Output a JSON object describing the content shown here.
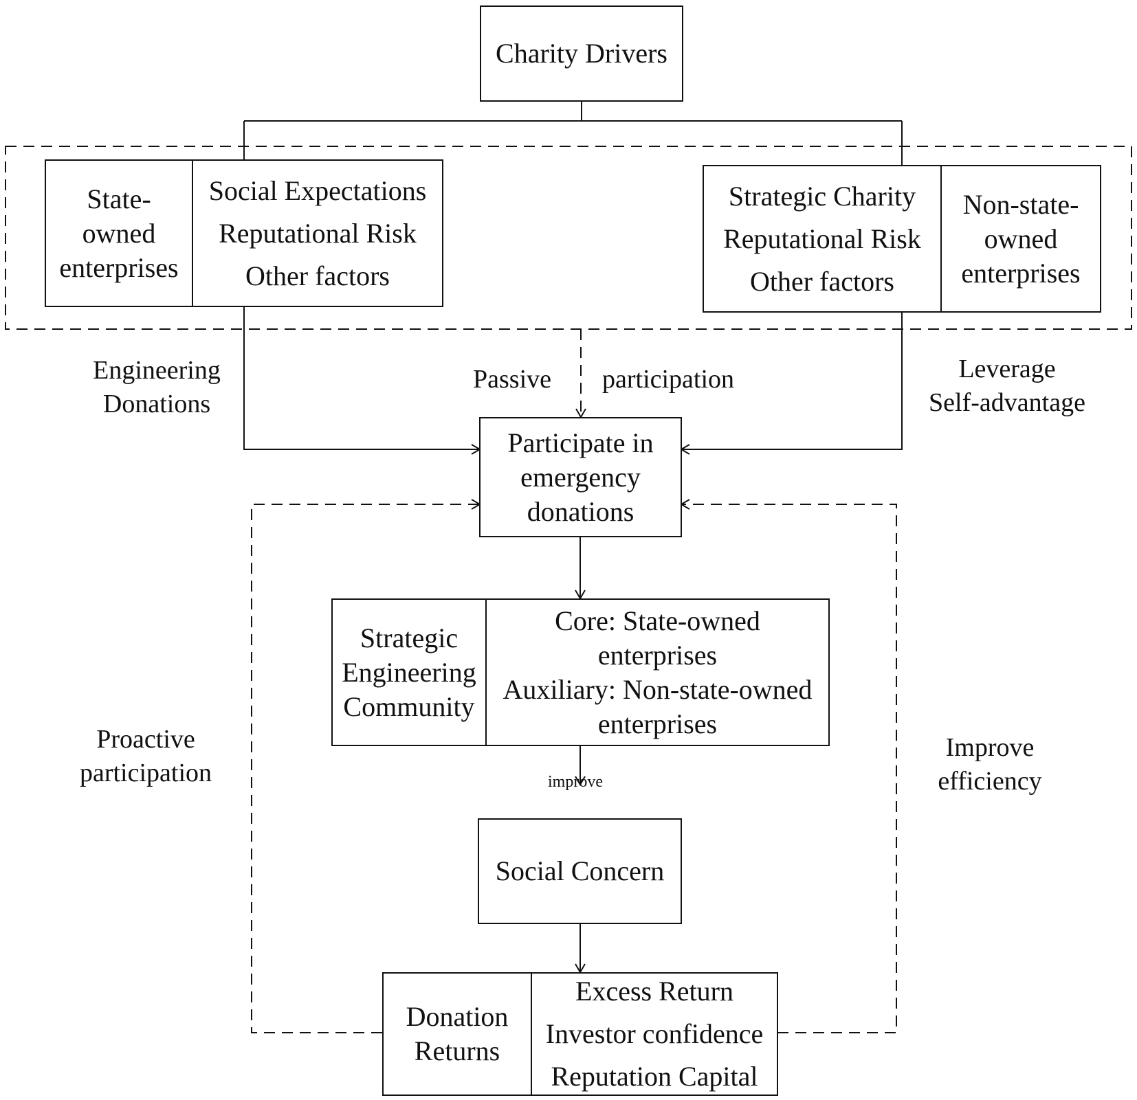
{
  "top": {
    "title": "Charity Drivers"
  },
  "soe": {
    "name": [
      "State-",
      "owned",
      "enterprises"
    ],
    "factors": [
      "Social Expectations",
      "Reputational Risk",
      "Other factors"
    ]
  },
  "nsoe": {
    "factors": [
      "Strategic Charity",
      "Reputational Risk",
      "Other factors"
    ],
    "name": [
      "Non-state-",
      "owned",
      "enterprises"
    ]
  },
  "edges": {
    "engineering_donations": [
      "Engineering",
      "Donations"
    ],
    "passive": "Passive",
    "participation": "participation",
    "leverage": [
      "Leverage",
      "Self-advantage"
    ],
    "proactive": [
      "Proactive",
      "participation"
    ],
    "improve_efficiency": [
      "Improve",
      "efficiency"
    ],
    "improve": "improve"
  },
  "participate": {
    "lines": [
      "Participate in",
      "emergency",
      "donations"
    ]
  },
  "community": {
    "name": [
      "Strategic",
      "Engineering",
      "Community"
    ],
    "members": [
      "Core: State-owned",
      "enterprises",
      "Auxiliary: Non-state-owned",
      "enterprises"
    ]
  },
  "social": {
    "title": "Social Concern"
  },
  "returns": {
    "name": [
      "Donation",
      "Returns"
    ],
    "items": [
      "Excess Return",
      "Investor confidence",
      "Reputation Capital"
    ]
  }
}
